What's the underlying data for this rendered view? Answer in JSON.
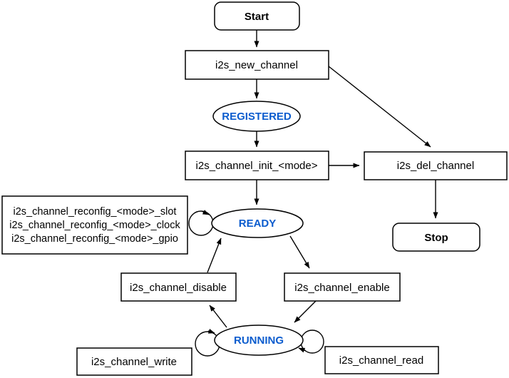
{
  "diagram": {
    "type": "flowchart-state-machine",
    "background": "#ffffff",
    "colors": {
      "stroke": "#000000",
      "node_fill": "#ffffff",
      "state_text": "#0b5cce",
      "node_text": "#000000"
    },
    "nodes": {
      "start": {
        "label": "Start",
        "kind": "terminal"
      },
      "new_channel": {
        "label": "i2s_new_channel",
        "kind": "process"
      },
      "registered": {
        "label": "REGISTERED",
        "kind": "state"
      },
      "init": {
        "label": "i2s_channel_init_<mode>",
        "kind": "process"
      },
      "del_channel": {
        "label": "i2s_del_channel",
        "kind": "process"
      },
      "stop": {
        "label": "Stop",
        "kind": "terminal"
      },
      "ready": {
        "label": "READY",
        "kind": "state"
      },
      "reconfig": {
        "kind": "process-multiline",
        "lines": [
          "i2s_channel_reconfig_<mode>_slot",
          "i2s_channel_reconfig_<mode>_clock",
          "i2s_channel_reconfig_<mode>_gpio"
        ]
      },
      "disable": {
        "label": "i2s_channel_disable",
        "kind": "process"
      },
      "enable": {
        "label": "i2s_channel_enable",
        "kind": "process"
      },
      "running": {
        "label": "RUNNING",
        "kind": "state"
      },
      "write": {
        "label": "i2s_channel_write",
        "kind": "process"
      },
      "read": {
        "label": "i2s_channel_read",
        "kind": "process"
      }
    },
    "edges": [
      "start -> new_channel",
      "new_channel -> registered",
      "new_channel -> del_channel",
      "registered -> init",
      "init -> ready",
      "init -> del_channel",
      "del_channel -> stop",
      "disable -> ready",
      "ready -> enable",
      "enable -> running",
      "running -> disable",
      "ready self-loop (reconfig)",
      "running self-loop (write)",
      "running self-loop (read)"
    ]
  }
}
